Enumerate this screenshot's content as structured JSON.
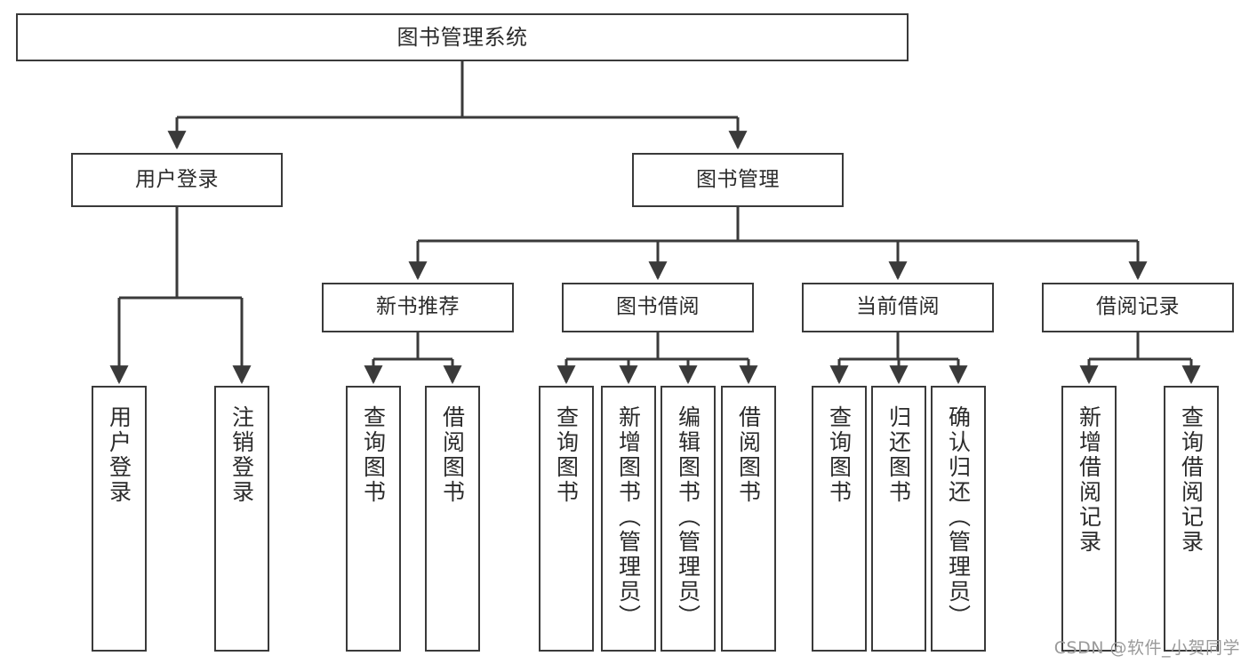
{
  "diagram": {
    "title": "图书管理系统",
    "type": "hierarchy-tree",
    "line_color": "#3a3a3a",
    "text_color": "#2b2b2b",
    "background": "#ffffff",
    "root": {
      "label": "图书管理系统"
    },
    "level2": [
      {
        "id": "user-login",
        "label": "用户登录"
      },
      {
        "id": "book-manage",
        "label": "图书管理"
      }
    ],
    "level3": [
      {
        "id": "new-book-rec",
        "label": "新书推荐",
        "parent": "book-manage"
      },
      {
        "id": "book-borrow",
        "label": "图书借阅",
        "parent": "book-manage"
      },
      {
        "id": "current-borrow",
        "label": "当前借阅",
        "parent": "book-manage"
      },
      {
        "id": "borrow-record",
        "label": "借阅记录",
        "parent": "book-manage"
      }
    ],
    "leaves": {
      "user_login": [
        {
          "id": "leaf-user-login",
          "label": "用户登录"
        },
        {
          "id": "leaf-logout",
          "label": "注销登录"
        }
      ],
      "new_book_rec": [
        {
          "id": "leaf-query-book-1",
          "label": "查询图书"
        },
        {
          "id": "leaf-borrow-book-1",
          "label": "借阅图书"
        }
      ],
      "book_borrow": [
        {
          "id": "leaf-query-book-2",
          "label": "查询图书"
        },
        {
          "id": "leaf-add-book",
          "label": "新增图书（管理员）"
        },
        {
          "id": "leaf-edit-book",
          "label": "编辑图书（管理员）"
        },
        {
          "id": "leaf-borrow-book-2",
          "label": "借阅图书"
        }
      ],
      "current_borrow": [
        {
          "id": "leaf-query-book-3",
          "label": "查询图书"
        },
        {
          "id": "leaf-return-book",
          "label": "归还图书"
        },
        {
          "id": "leaf-confirm-return",
          "label": "确认归还（管理员）"
        }
      ],
      "borrow_record": [
        {
          "id": "leaf-add-record",
          "label": "新增借阅记录"
        },
        {
          "id": "leaf-query-record",
          "label": "查询借阅记录"
        }
      ]
    }
  },
  "watermark": {
    "text": "CSDN @软件_小贺同学"
  }
}
